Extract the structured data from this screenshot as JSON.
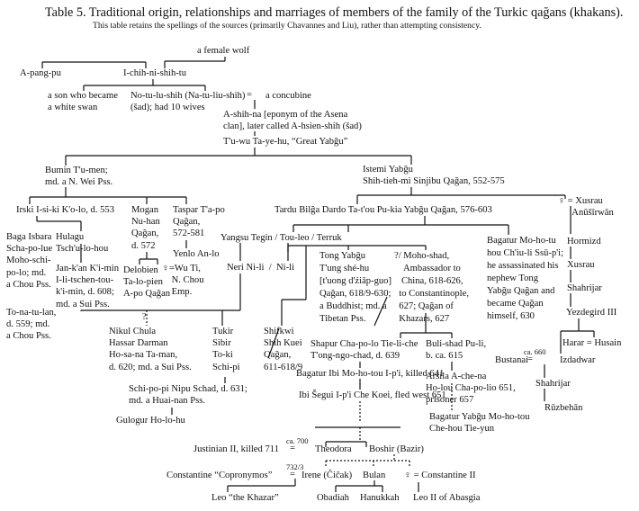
{
  "title": "Table 5.  Traditional origin, relationships and marriages of members of the family of the Turkic qağans (khakans).",
  "subtitle": "This table retains the spellings of the sources (primarily Chavannes and Liu), rather than attempting consistency.",
  "nodes": [
    {
      "id": "female-wolf",
      "lines": [
        "a female wolf"
      ]
    },
    {
      "id": "a-pang-pu",
      "lines": [
        "A-pang-pu"
      ]
    },
    {
      "id": "i-chih-ni-shih-tu",
      "lines": [
        "I-chih-ni-shih-tu"
      ]
    },
    {
      "id": "white-swan",
      "lines": [
        "a son who became",
        "a white swan"
      ]
    },
    {
      "id": "no-tu-lu-shih",
      "lines": [
        "No-tu-lu-shih (Na-tu-liu-shih)",
        "(šad); had 10 wives"
      ]
    },
    {
      "id": "marriage-sign-1",
      "lines": [
        "="
      ]
    },
    {
      "id": "concubine",
      "lines": [
        "a concubine"
      ]
    },
    {
      "id": "a-shih-na",
      "lines": [
        "A-shih-na [eponym of the Asena",
        "clan], later called A-hsien-shih (šad)"
      ]
    },
    {
      "id": "tu-wu",
      "lines": [
        "T'u-wu Ta-ye-hu, “Great Yabğu”"
      ]
    },
    {
      "id": "bumin",
      "lines": [
        "Bumin T'u-men;",
        "md. a N. Wei Pss."
      ]
    },
    {
      "id": "istemi",
      "lines": [
        "Istemi Yabğu",
        "Shih-tieh-mi Sinjibu Qağan, 552-575"
      ]
    },
    {
      "id": "irski",
      "lines": [
        "Irski I-si-ki K'o-lo, d. 553"
      ]
    },
    {
      "id": "mogan",
      "lines": [
        "Mogan",
        "Nu-han",
        "Qağan,",
        "d. 572"
      ]
    },
    {
      "id": "taspar",
      "lines": [
        "Taspar T'a-po",
        "Qağan,",
        "572-581"
      ]
    },
    {
      "id": "yenlo",
      "lines": [
        "Yenlo An-lo"
      ]
    },
    {
      "id": "tardu",
      "lines": [
        "Tardu Bilğa Dardo Ta-t'ou Pu-kia Yabğu Qağan, 576-603"
      ]
    },
    {
      "id": "female-xusrau",
      "lines": [
        "♀ = Xusrau",
        "      Anūšīrwān"
      ]
    },
    {
      "id": "baga-isbara",
      "lines": [
        "Baga Isbara",
        "Scha-po-lue",
        "Moho-schi-",
        "po-lo; md.",
        "a Chou Pss."
      ]
    },
    {
      "id": "hulagu",
      "lines": [
        "Hulagu",
        "Tsch'u-lo-hou"
      ]
    },
    {
      "id": "jan-kan",
      "lines": [
        "Jan-k'an K'i-min",
        "I-li-tschen-tou-",
        "k'i-min, d. 608;",
        "md. a Sui Pss."
      ]
    },
    {
      "id": "delobien",
      "lines": [
        "Delobien",
        "Ta-lo-pien",
        "A-po Qağan"
      ]
    },
    {
      "id": "wu-ti",
      "lines": [
        "♀=Wu Ti,",
        "    N. Chou",
        "    Emp."
      ]
    },
    {
      "id": "yangsu",
      "lines": [
        "Yangsu Tegin / Tou-leo / Terruk"
      ]
    },
    {
      "id": "neri-ni-li",
      "lines": [
        "Neri Ni-li  /  Ni-li"
      ]
    },
    {
      "id": "tong-yabgu",
      "lines": [
        "Tong Yabğu",
        "T'ung shé-hu",
        "[t'uong d'źiāp-guo]",
        "Qağan, 618/9-630;",
        "a Buddhist; md. a",
        "Tibetan Pss."
      ]
    },
    {
      "id": "moho-shad",
      "lines": [
        "?/ Moho-shad,",
        "    Ambassador to",
        "   China, 618-626,",
        "  to Constantinople,",
        "  627; Qağan of",
        "  Khazars, 627"
      ]
    },
    {
      "id": "bagatur-mo-ho-tu",
      "lines": [
        "Bagatur Mo-ho-tu",
        "hou Ch'iu-li Ssū-p'i;",
        "he assassinated his",
        "nephew Tong",
        "Yabğu Qağan and",
        "became Qağan",
        "himself, 630"
      ]
    },
    {
      "id": "hormizd",
      "lines": [
        "Hormizd"
      ]
    },
    {
      "id": "xusrau",
      "lines": [
        "Xusrau"
      ]
    },
    {
      "id": "shahrijar-1",
      "lines": [
        "Shahrijar"
      ]
    },
    {
      "id": "yezdegird",
      "lines": [
        "Yezdegird III"
      ]
    },
    {
      "id": "to-na-tu-lan",
      "lines": [
        "To-na-tu-lan,",
        "d. 559; md.",
        "a Chou Pss."
      ]
    },
    {
      "id": "nikul-chula",
      "lines": [
        "Nikul Chula",
        "Hassar Darman",
        "Ho-sa-na Ta-man,",
        "d. 620; md. a Sui Pss."
      ]
    },
    {
      "id": "tukir",
      "lines": [
        "Tukir",
        "Sibir",
        "To-ki",
        "Schi-pi"
      ]
    },
    {
      "id": "shifkwi",
      "lines": [
        "Shifkwi",
        "Shih Kuei",
        "Qağan,",
        "611-618/9"
      ]
    },
    {
      "id": "schi-po-pi",
      "lines": [
        "Schi-po-pi Nipu Schad, d. 631;",
        "md. a Huai-nan Pss."
      ]
    },
    {
      "id": "gulogur",
      "lines": [
        "Gulogur Ho-lo-hu"
      ]
    },
    {
      "id": "shapur",
      "lines": [
        "Shapur Cha-po-lo Tie-li-che",
        "T'ong-ngo-chad, d. 639"
      ]
    },
    {
      "id": "buli-shad",
      "lines": [
        "Buli-shad Pu-li,",
        "b. ca. 615"
      ]
    },
    {
      "id": "bagatur-ibi",
      "lines": [
        "Bagatur Ibi Mo-ho-tou I-p'i, killed 641"
      ]
    },
    {
      "id": "ibi-segui",
      "lines": [
        "Ibi Šegui I-p'i Che Koei, fled west 651"
      ]
    },
    {
      "id": "arsila",
      "lines": [
        "Aršila A-che-na",
        "Ho-lou Cha-po-lio 651,",
        "prisoner 657"
      ]
    },
    {
      "id": "bagatur-yabgu",
      "lines": [
        "Bagatur Yabğu Mo-ho-tou",
        "Che-hou Tie-yun"
      ]
    },
    {
      "id": "harar-husain",
      "lines": [
        "Harar = Husain"
      ]
    },
    {
      "id": "bustanai",
      "lines": [
        "Bustanai"
      ]
    },
    {
      "id": "bustanai-equals",
      "lines": [
        "="
      ]
    },
    {
      "id": "izdadwar",
      "lines": [
        "Izdadwar"
      ]
    },
    {
      "id": "shahrijar-2",
      "lines": [
        "Shahrijar"
      ]
    },
    {
      "id": "ruzbehan",
      "lines": [
        "Rūzbehān"
      ]
    },
    {
      "id": "justinian",
      "lines": [
        "Justinian II, killed 711"
      ]
    },
    {
      "id": "justinian-equals",
      "lines": [
        "="
      ]
    },
    {
      "id": "theodora",
      "lines": [
        "Theodora"
      ]
    },
    {
      "id": "boshir",
      "lines": [
        "Boshir (Bazir)"
      ]
    },
    {
      "id": "constantine-copronymos",
      "lines": [
        "Constantine “Copronymos”"
      ]
    },
    {
      "id": "copronymos-equals",
      "lines": [
        "="
      ]
    },
    {
      "id": "irene",
      "lines": [
        "Irene (Čičak)"
      ]
    },
    {
      "id": "bulan",
      "lines": [
        "Bulan"
      ]
    },
    {
      "id": "female-constantine",
      "lines": [
        "♀ = Constantine II"
      ]
    },
    {
      "id": "leo-khazar",
      "lines": [
        "Leo “the Khazar”"
      ]
    },
    {
      "id": "obadiah",
      "lines": [
        "Obadiah"
      ]
    },
    {
      "id": "hanukkah",
      "lines": [
        "Hanukkah"
      ]
    },
    {
      "id": "leo-ii",
      "lines": [
        "Leo II of Abasgia"
      ]
    }
  ],
  "marriage_dates": {
    "bustanai": "ca. 660",
    "justinian": "ca. 700",
    "copronymos": "732/3"
  },
  "uncertain_mark": "?"
}
